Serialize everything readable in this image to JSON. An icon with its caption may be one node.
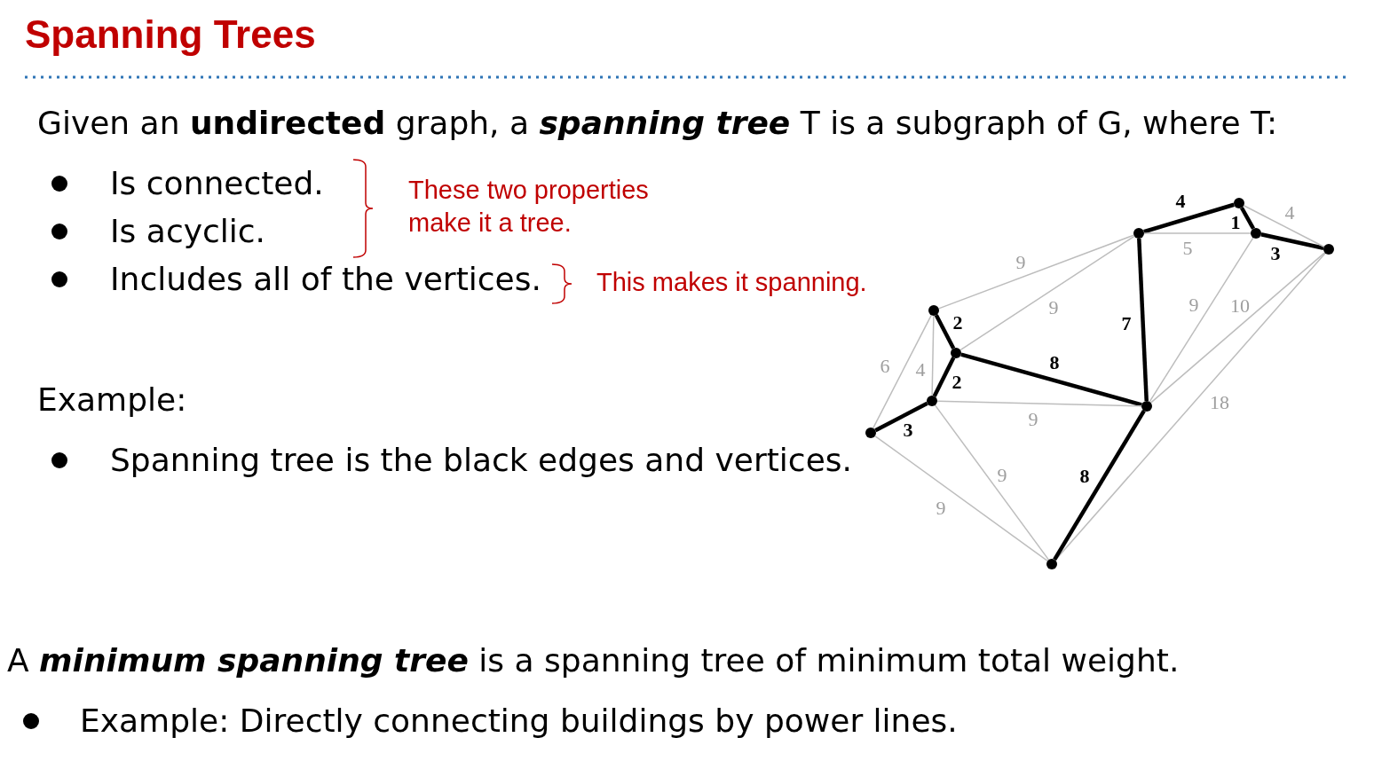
{
  "diagram": {
    "title": "Spanning Trees",
    "nodes": [
      {
        "text": [],
        "shape": "circle"
      },
      {
        "text": [],
        "shape": "circle"
      },
      {
        "text": [],
        "shape": "circle"
      },
      {
        "text": [],
        "shape": "circle"
      },
      {
        "text": [],
        "shape": "circle"
      },
      {
        "text": [],
        "shape": "circle"
      },
      {
        "text": [],
        "shape": "circle"
      },
      {
        "text": [],
        "shape": "circle"
      },
      {
        "text": [],
        "shape": "circle"
      },
      {
        "text": [],
        "shape": "circle"
      }
    ],
    "edges": [
      {
        "from": 0,
        "to": 1,
        "arrow": "none",
        "label": "2",
        "style": "thick",
        "color": "#000000"
      },
      {
        "from": 1,
        "to": 2,
        "arrow": "none",
        "label": "2",
        "style": "thick",
        "color": "#000000"
      },
      {
        "from": 2,
        "to": 3,
        "arrow": "none",
        "label": "3",
        "style": "thick",
        "color": "#000000"
      },
      {
        "from": 3,
        "to": 0,
        "arrow": "none",
        "label": "6"
      },
      {
        "from": 0,
        "to": 2,
        "arrow": "none",
        "label": "4"
      },
      {
        "from": 0,
        "to": 4,
        "arrow": "none",
        "label": "9"
      },
      {
        "from": 1,
        "to": 4,
        "arrow": "none",
        "label": "9"
      },
      {
        "from": 1,
        "to": 8,
        "arrow": "none",
        "label": "8",
        "style": "thick",
        "color": "#000000"
      },
      {
        "from": 2,
        "to": 8,
        "arrow": "none",
        "label": "9"
      },
      {
        "from": 2,
        "to": 9,
        "arrow": "none",
        "label": "9"
      },
      {
        "from": 3,
        "to": 9,
        "arrow": "none",
        "label": "9"
      },
      {
        "from": 4,
        "to": 5,
        "arrow": "none",
        "label": "4",
        "style": "thick",
        "color": "#000000"
      },
      {
        "from": 5,
        "to": 6,
        "arrow": "none",
        "label": "1",
        "style": "thick",
        "color": "#000000"
      },
      {
        "from": 6,
        "to": 7,
        "arrow": "none",
        "label": "3",
        "style": "thick",
        "color": "#000000"
      },
      {
        "from": 5,
        "to": 7,
        "arrow": "none",
        "label": "4"
      },
      {
        "from": 4,
        "to": 6,
        "arrow": "none",
        "label": "5"
      },
      {
        "from": 4,
        "to": 8,
        "arrow": "none",
        "label": "7",
        "style": "thick",
        "color": "#000000"
      },
      {
        "from": 8,
        "to": 6,
        "arrow": "none",
        "label": "9"
      },
      {
        "from": 8,
        "to": 7,
        "arrow": "none",
        "label": "10"
      },
      {
        "from": 9,
        "to": 7,
        "arrow": "none",
        "label": "18"
      },
      {
        "from": 8,
        "to": 9,
        "arrow": "none",
        "label": "8",
        "style": "thick",
        "color": "#000000"
      }
    ],
    "labels": [
      "Given an **undirected** graph, a **spanning tree** T is a subgraph of G, where T:",
      "Is connected.",
      "Is acyclic.",
      "Includes all of the vertices.",
      "These two properties make it a tree.",
      "This makes it spanning.",
      "Example:",
      "Spanning tree is the black edges and vertices.",
      "A **minimum spanning tree** is a spanning tree of minimum total weight.",
      "Example: Directly connecting buildings by power lines."
    ]
  }
}
